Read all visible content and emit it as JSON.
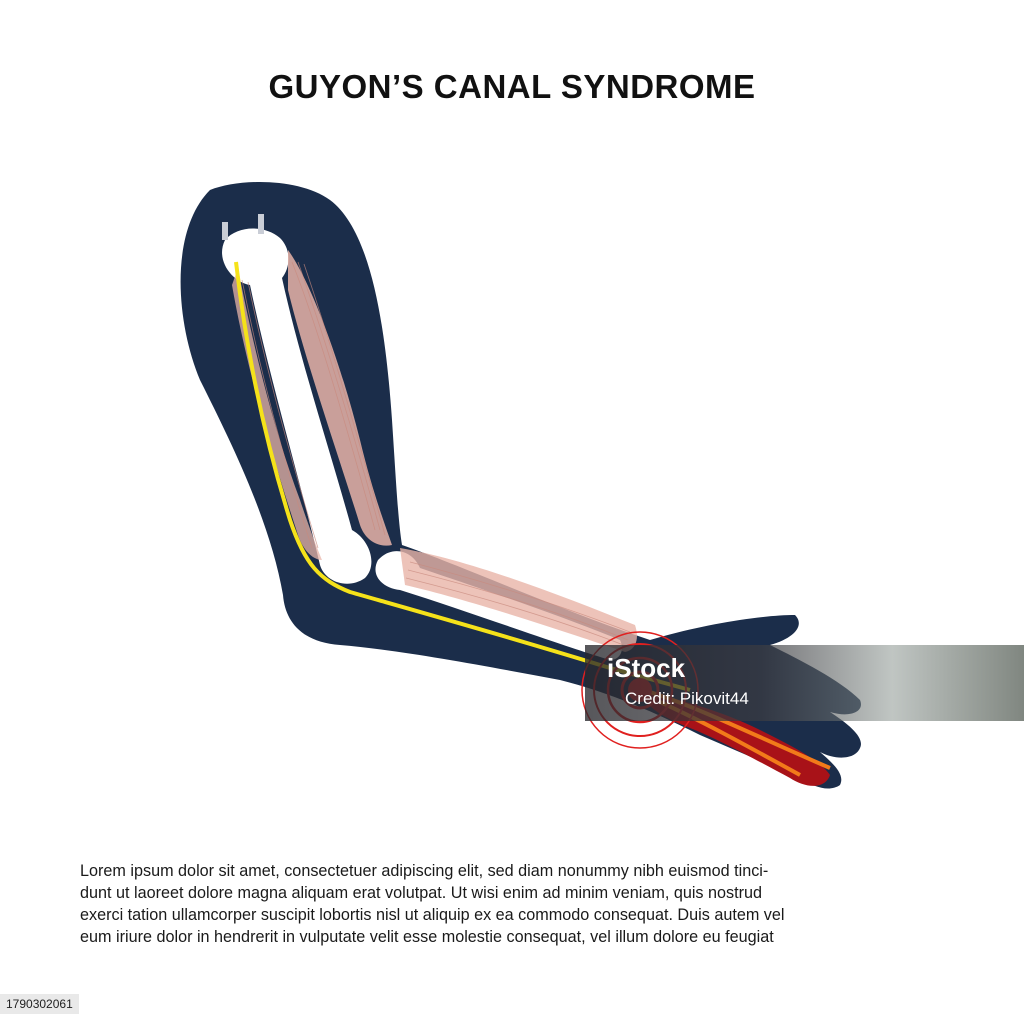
{
  "title": "GUYON’S CANAL SYNDROME",
  "body_lines": [
    "Lorem ipsum dolor sit amet, consectetuer adipiscing elit, sed diam nonummy nibh euismod tinci-",
    "dunt ut laoreet dolore magna aliquam erat volutpat. Ut wisi enim ad minim veniam, quis nostrud",
    "exerci tation ullamcorper suscipit lobortis nisl ut aliquip ex ea commodo consequat. Duis autem vel",
    "eum iriure dolor in hendrerit in vulputate velit esse molestie consequat, vel illum dolore eu feugiat"
  ],
  "watermark": {
    "logo": "iStock",
    "credit": "Credit: Pikovit44"
  },
  "image_id": "1790302061",
  "colors": {
    "arm_silhouette": "#1b2d4a",
    "bone": "#ffffff",
    "muscle": "#e8b4a8",
    "nerve": "#f5e21a",
    "pain": "#e0201f",
    "inflamed": "#a81218"
  }
}
